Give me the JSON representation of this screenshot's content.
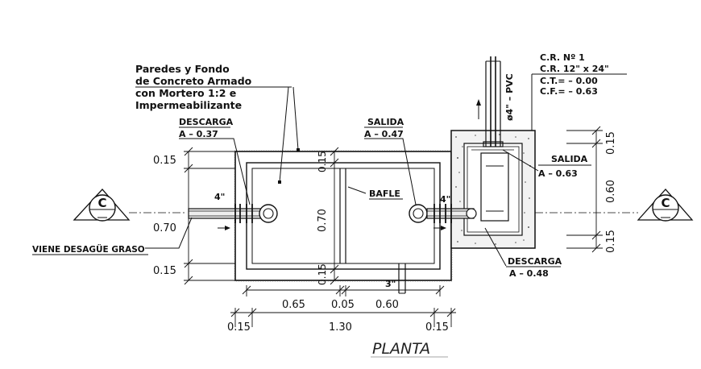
{
  "title": "PLANTA",
  "note": {
    "line1": "Paredes y Fondo",
    "line2": "de Concreto Armado",
    "line3": "con Mortero 1:2 e",
    "line4": "Impermeabilizante"
  },
  "labels": {
    "descarga1": "DESCARGA",
    "descarga1_level": "A – 0.37",
    "salida1": "SALIDA",
    "salida1_level": "A – 0.47",
    "bafle": "BAFLE",
    "salida2": "SALIDA",
    "salida2_level": "A – 0.63",
    "descarga2": "DESCARGA",
    "descarga2_level": "A – 0.48",
    "viene": "VIENE DESAGÜE GRASO",
    "pipe_in": "4\"",
    "pipe_out": "4\"",
    "pipe_bottom": "3\"",
    "pvc": "ø4\" – PVC"
  },
  "box_info": {
    "cr1": "C.R. Nº 1",
    "cr2": "C.R. 12\" x 24\"",
    "ct": "C.T.= – 0.00",
    "cf": "C.F.= – 0.63"
  },
  "section_marker": "C",
  "dims": {
    "left_top": "0.15",
    "left_mid": "0.70",
    "left_bot": "0.15",
    "inner_top": "0.15",
    "inner_mid": "0.70",
    "inner_bot": "0.15",
    "right_top": "0.15",
    "right_mid": "0.60",
    "right_bot": "0.15",
    "b1": "0.65",
    "b2": "0.05",
    "b3": "0.60",
    "c1": "0.15",
    "c2": "1.30",
    "c3": "0.15"
  }
}
